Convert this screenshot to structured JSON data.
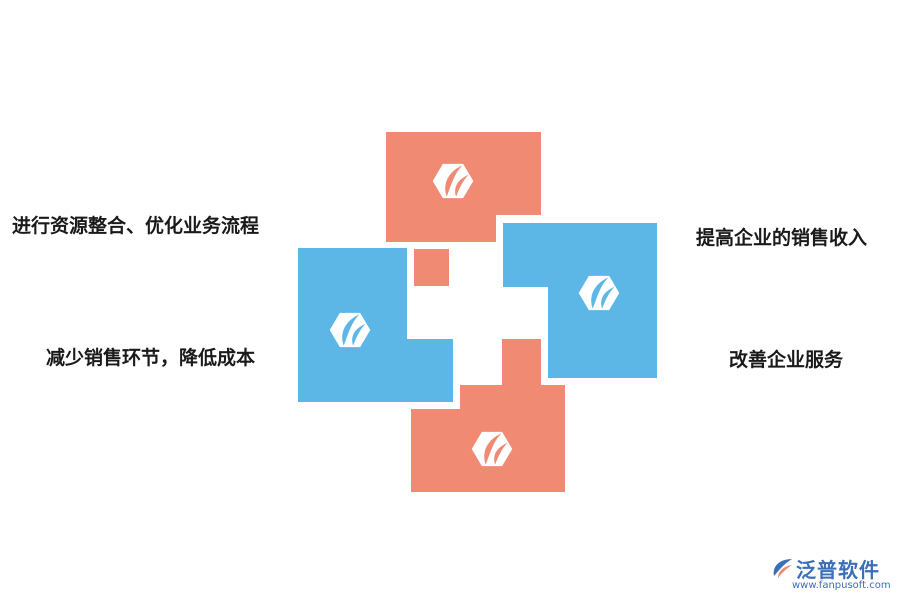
{
  "labels": {
    "top_left": "进行资源整合、优化业务流程",
    "bottom_left": "减少销售环节，降低成本",
    "top_right": "提高企业的销售收入",
    "bottom_right": "改善企业服务"
  },
  "colors": {
    "salmon": "#f08a73",
    "blue": "#5db7e6",
    "text": "#1a1a1a",
    "brand": "#3b6fb6"
  },
  "icons": {
    "block_icon": "leaf-hexagon-icon"
  },
  "watermark": {
    "brand_name": "泛普软件",
    "url": "www.fanpusoft.com"
  }
}
